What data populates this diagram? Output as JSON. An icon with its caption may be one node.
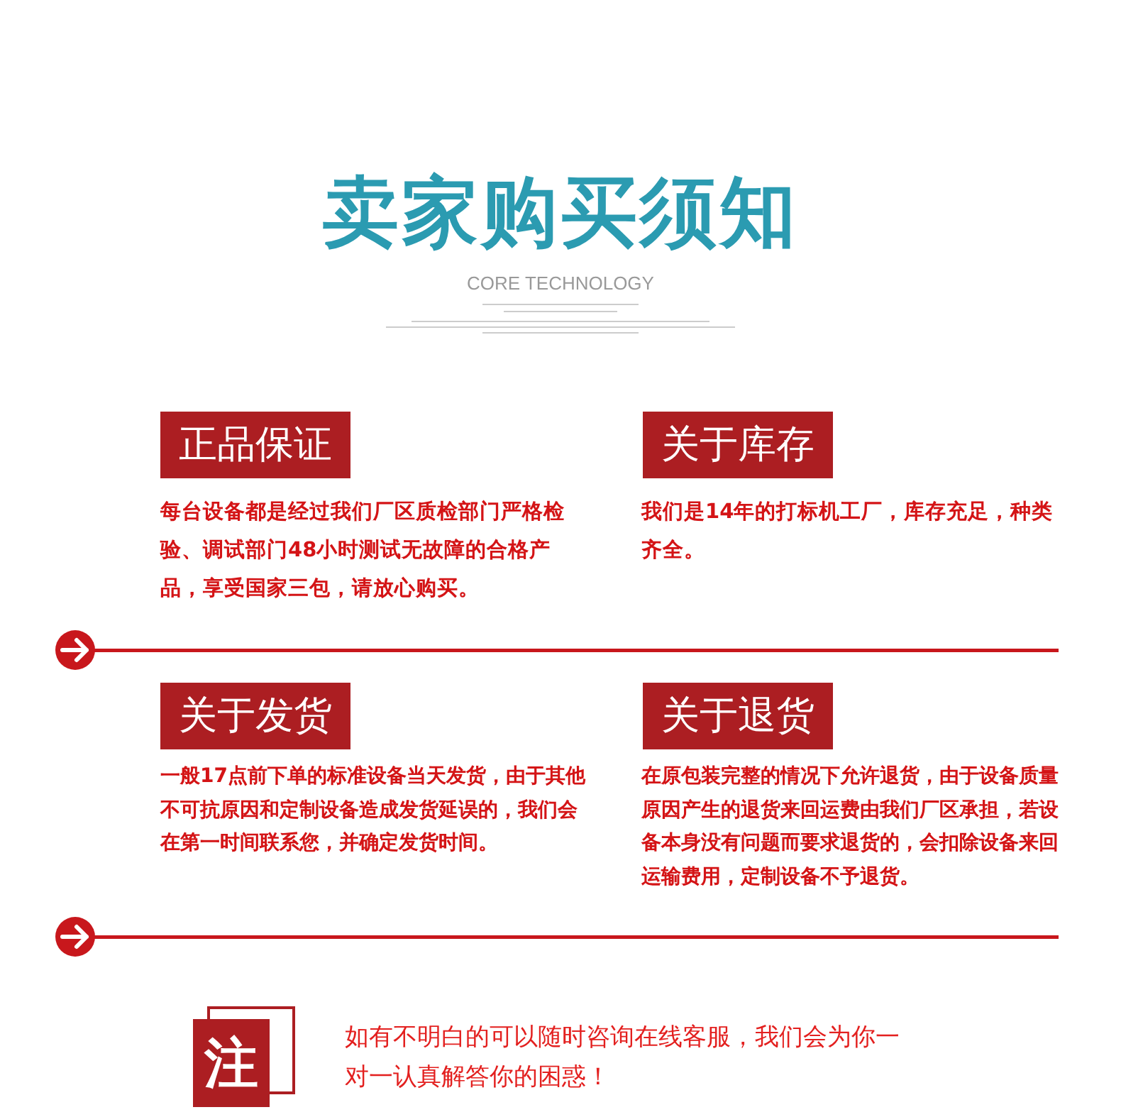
{
  "diagram": {
    "title": "卖家购买须知",
    "nodes": [
      {
        "text": [
          "正品保证"
        ],
        "beside": [
          "每台设备都是经过我们厂区质检部门严格检验、调试部门48小时测试无故障的合格产品，享受国家三包，请放心购买。"
        ]
      },
      {
        "text": [
          "关于库存"
        ],
        "beside": [
          "我们是14年的打标机工厂，库存充足，种类齐全。"
        ]
      },
      {
        "text": [
          "关于发货"
        ],
        "beside": [
          "一般17点前下单的标准设备当天发货，由于其他不可抗原因和定制设备造成发货延误的，我们会在第一时间联系您，并确定发货时间。"
        ]
      },
      {
        "text": [
          "关于退货"
        ],
        "beside": [
          "在原包装完整的情况下允许退货，由于设备质量原因产生的退货来回运费由我们厂区承担，若设备本身没有问题而要求退货的，会扣除设备来回运输费用，定制设备不予退货。"
        ]
      },
      {
        "text": [
          "注"
        ],
        "beside": [
          "如有不明白的可以随时咨询在线客服，我们会为你一对一认真解答你的困惑！"
        ]
      }
    ],
    "edges": [],
    "labels": [
      "CORE TECHNOLOGY"
    ]
  }
}
